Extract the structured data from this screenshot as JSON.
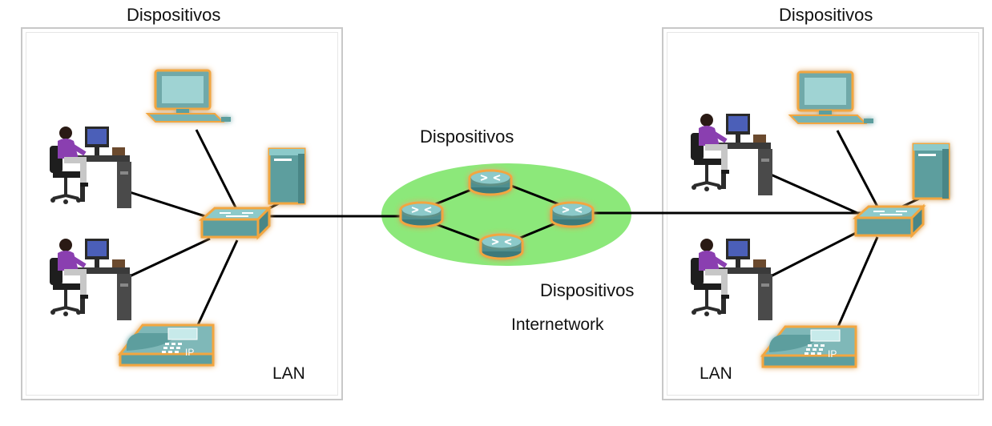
{
  "labels": {
    "left_top": "Dispositivos",
    "right_top": "Dispositivos",
    "center_top": "Dispositivos",
    "center_bottom": "Dispositivos",
    "internetwork": "Internetwork",
    "left_lan": "LAN",
    "right_lan": "LAN"
  },
  "colors": {
    "device_fill": "#5d9e9e",
    "device_glow": "#f2a640",
    "cloud": "#8ce87a",
    "link": "#000000",
    "person_shirt": "#8a3fb0"
  },
  "icons": {
    "phone_text": "IP"
  }
}
